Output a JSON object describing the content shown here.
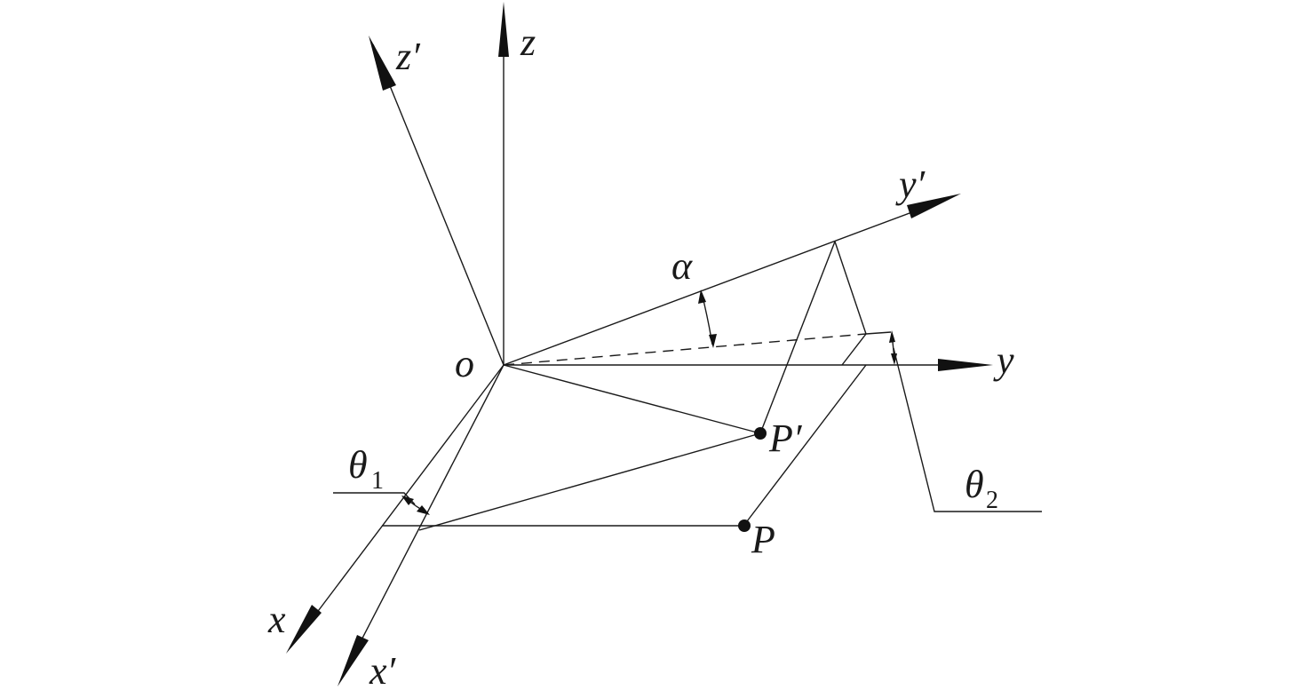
{
  "labels": {
    "z": "z",
    "z_prime": "z′",
    "y": "y",
    "y_prime": "y′",
    "x": "x",
    "x_prime": "x′",
    "origin": "o",
    "alpha": "α",
    "theta1": "θ",
    "theta1_sub": "1",
    "theta2": "θ",
    "theta2_sub": "2",
    "point_p": "P",
    "point_p_prime": "P′"
  }
}
